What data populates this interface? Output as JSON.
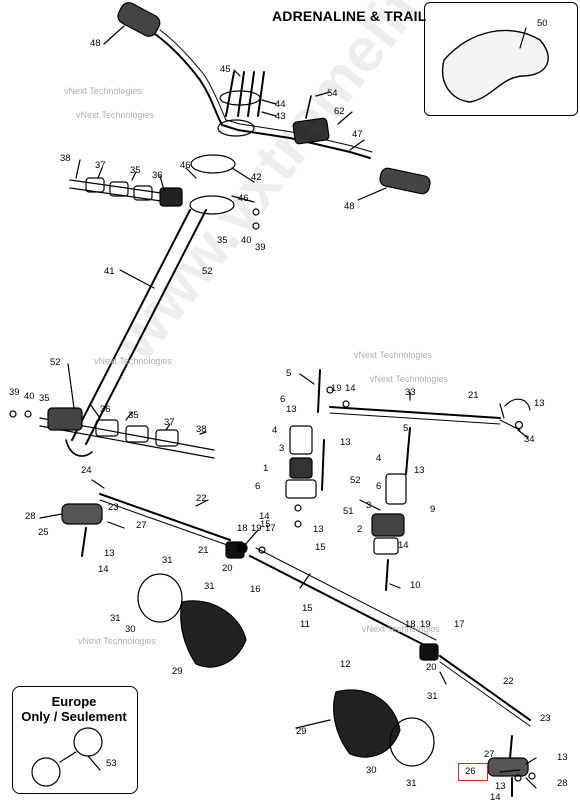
{
  "title": "ADRENALINE & TRAIL",
  "europe_note": {
    "line1": "Europe",
    "line2": "Only / Seulement"
  },
  "watermark": {
    "small": "vNext Technologies",
    "large": "www.vxtremelife"
  },
  "highlight_color": "#e0261f",
  "highlighted_part": "26",
  "labels": [
    {
      "id": "l48a",
      "t": "48"
    },
    {
      "id": "l45",
      "t": "45"
    },
    {
      "id": "l44",
      "t": "44"
    },
    {
      "id": "l43",
      "t": "43"
    },
    {
      "id": "l54",
      "t": "54"
    },
    {
      "id": "l62",
      "t": "62"
    },
    {
      "id": "l47",
      "t": "47"
    },
    {
      "id": "l50",
      "t": "50"
    },
    {
      "id": "l38a",
      "t": "38"
    },
    {
      "id": "l37a",
      "t": "37"
    },
    {
      "id": "l35a",
      "t": "35"
    },
    {
      "id": "l36a",
      "t": "36"
    },
    {
      "id": "l46a",
      "t": "46"
    },
    {
      "id": "l42",
      "t": "42"
    },
    {
      "id": "l46b",
      "t": "46"
    },
    {
      "id": "l48b",
      "t": "48"
    },
    {
      "id": "l35b",
      "t": "35"
    },
    {
      "id": "l40a",
      "t": "40"
    },
    {
      "id": "l39a",
      "t": "39"
    },
    {
      "id": "l52a",
      "t": "52"
    },
    {
      "id": "l41",
      "t": "41"
    },
    {
      "id": "l52b",
      "t": "52"
    },
    {
      "id": "l39b",
      "t": "39"
    },
    {
      "id": "l40b",
      "t": "40"
    },
    {
      "id": "l35c",
      "t": "35"
    },
    {
      "id": "l36b",
      "t": "36"
    },
    {
      "id": "l35d",
      "t": "35"
    },
    {
      "id": "l37b",
      "t": "37"
    },
    {
      "id": "l38b",
      "t": "38"
    },
    {
      "id": "l5a",
      "t": "5"
    },
    {
      "id": "l33",
      "t": "33"
    },
    {
      "id": "l19a",
      "t": "19"
    },
    {
      "id": "l14a",
      "t": "14"
    },
    {
      "id": "l6a",
      "t": "6"
    },
    {
      "id": "l13a",
      "t": "13"
    },
    {
      "id": "l21a",
      "t": "21"
    },
    {
      "id": "l13b",
      "t": "13"
    },
    {
      "id": "l4a",
      "t": "4"
    },
    {
      "id": "l34",
      "t": "34"
    },
    {
      "id": "l3a",
      "t": "3"
    },
    {
      "id": "l13c",
      "t": "13"
    },
    {
      "id": "l5b",
      "t": "5"
    },
    {
      "id": "l1",
      "t": "1"
    },
    {
      "id": "l6b",
      "t": "6"
    },
    {
      "id": "l24a",
      "t": "24"
    },
    {
      "id": "l52c",
      "t": "52"
    },
    {
      "id": "l4b",
      "t": "4"
    },
    {
      "id": "l13d",
      "t": "13"
    },
    {
      "id": "l6c",
      "t": "6"
    },
    {
      "id": "l3b",
      "t": "3"
    },
    {
      "id": "l2",
      "t": "2"
    },
    {
      "id": "l9",
      "t": "9"
    },
    {
      "id": "l22a",
      "t": "22"
    },
    {
      "id": "l14b",
      "t": "14"
    },
    {
      "id": "l51",
      "t": "51"
    },
    {
      "id": "l23a",
      "t": "23"
    },
    {
      "id": "l28a",
      "t": "28"
    },
    {
      "id": "l15a",
      "t": "15"
    },
    {
      "id": "l27a",
      "t": "27"
    },
    {
      "id": "l25",
      "t": "25"
    },
    {
      "id": "l18a",
      "t": "18"
    },
    {
      "id": "l19b",
      "t": "19"
    },
    {
      "id": "l17a",
      "t": "17"
    },
    {
      "id": "l13e",
      "t": "13"
    },
    {
      "id": "l15b",
      "t": "15"
    },
    {
      "id": "l14c",
      "t": "14"
    },
    {
      "id": "l21b",
      "t": "21"
    },
    {
      "id": "l20a",
      "t": "20"
    },
    {
      "id": "l13f",
      "t": "13"
    },
    {
      "id": "l14d",
      "t": "14"
    },
    {
      "id": "l31a",
      "t": "31"
    },
    {
      "id": "l31b",
      "t": "31"
    },
    {
      "id": "l16",
      "t": "16"
    },
    {
      "id": "l10",
      "t": "10"
    },
    {
      "id": "l31c",
      "t": "31"
    },
    {
      "id": "l30a",
      "t": "30"
    },
    {
      "id": "l15c",
      "t": "15"
    },
    {
      "id": "l11",
      "t": "11"
    },
    {
      "id": "l18b",
      "t": "18"
    },
    {
      "id": "l19c",
      "t": "19"
    },
    {
      "id": "l17b",
      "t": "17"
    },
    {
      "id": "l29a",
      "t": "29"
    },
    {
      "id": "l12",
      "t": "12"
    },
    {
      "id": "l20b",
      "t": "20"
    },
    {
      "id": "l22b",
      "t": "22"
    },
    {
      "id": "l31d",
      "t": "31"
    },
    {
      "id": "l29b",
      "t": "29"
    },
    {
      "id": "l23b",
      "t": "23"
    },
    {
      "id": "l53",
      "t": "53"
    },
    {
      "id": "l27b",
      "t": "27"
    },
    {
      "id": "l13g",
      "t": "13"
    },
    {
      "id": "l30b",
      "t": "30"
    },
    {
      "id": "l26",
      "t": "26"
    },
    {
      "id": "l28b",
      "t": "28"
    },
    {
      "id": "l31e",
      "t": "31"
    },
    {
      "id": "l13h",
      "t": "13"
    },
    {
      "id": "l14e",
      "t": "14"
    }
  ]
}
